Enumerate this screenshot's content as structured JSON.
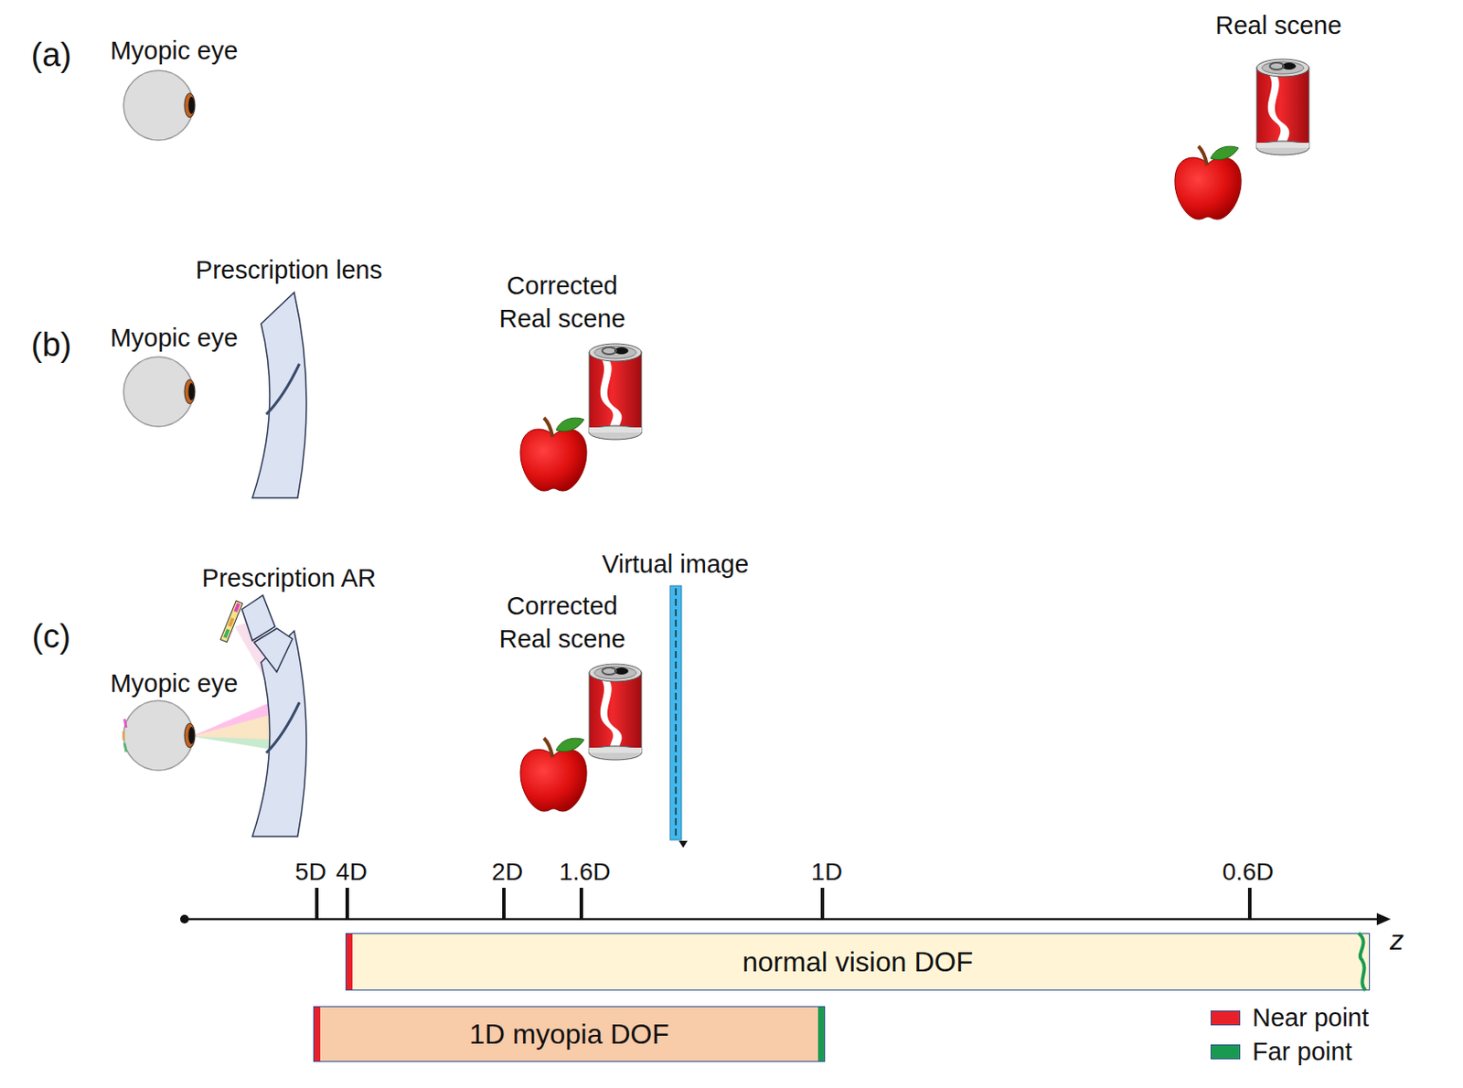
{
  "diagram": {
    "nodes": [
      {
        "text": [
          "normal vision DOF"
        ]
      },
      {
        "text": [
          "1D myopia DOF"
        ]
      }
    ],
    "labels": [
      "(a)",
      "Myopic eye",
      "Real scene",
      "(b)",
      "Myopic eye",
      "Prescription lens",
      "Corrected Real scene",
      "(c)",
      "Prescription AR",
      "Myopic eye",
      "Corrected Real scene",
      "Virtual image",
      "5D",
      "4D",
      "2D",
      "1.6D",
      "1D",
      "0.6D",
      "z"
    ],
    "legend": [
      {
        "text": "Near point",
        "color": "#e8202a"
      },
      {
        "text": "Far point",
        "color": "#1a9a50"
      }
    ]
  }
}
